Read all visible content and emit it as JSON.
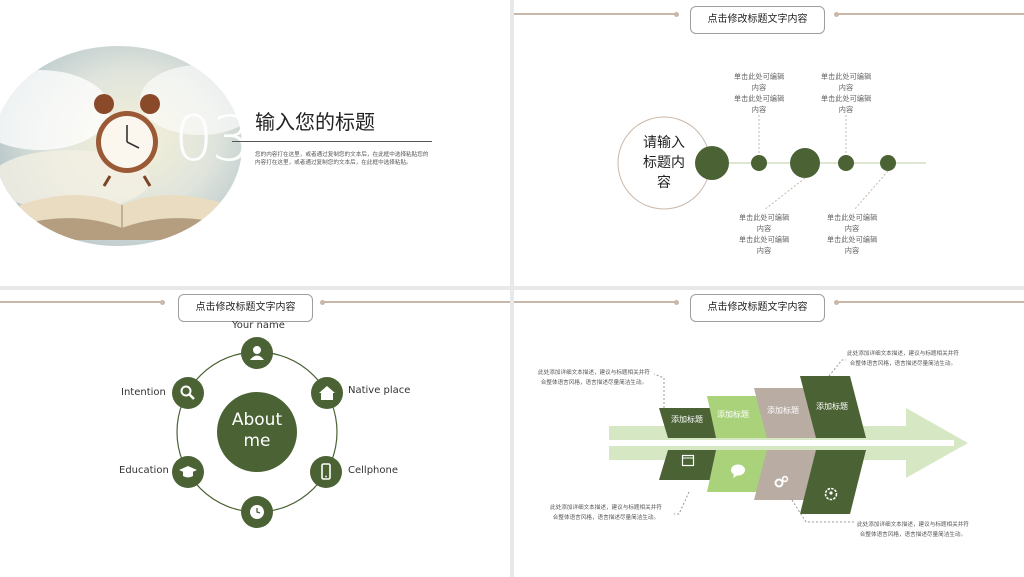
{
  "slide1": {
    "number": "03",
    "title": "输入您的标题",
    "body_lines": [
      "您的内容打在这里，或者通过复制您的文本后，在此框中选择粘贴您的",
      "内容打在这里，或者通过复制您的文本后，在此框中选择粘贴。"
    ]
  },
  "slide2": {
    "header": "点击修改标题文字内容",
    "center_text": [
      "请输入",
      "标题内",
      "容"
    ],
    "top_left_text": [
      "单击此处可编辑",
      "内容",
      "单击此处可编辑",
      "内容"
    ],
    "top_right_text": [
      "单击此处可编辑",
      "内容",
      "单击此处可编辑",
      "内容"
    ],
    "bottom_left_text": [
      "单击此处可编辑",
      "内容",
      "单击此处可编辑",
      "内容"
    ],
    "bottom_right_text": [
      "单击此处可编辑",
      "内容",
      "单击此处可编辑",
      "内容"
    ]
  },
  "slide3": {
    "header": "点击修改标题文字内容",
    "center_lines": [
      "About",
      "me"
    ],
    "items": {
      "name": "Your name",
      "native": "Native place",
      "cellphone": "Cellphone",
      "education": "Education",
      "intention": "Intention"
    },
    "icons": [
      "user-icon",
      "house-icon",
      "phone-icon",
      "clock-icon",
      "graduation-cap-icon",
      "search-icon"
    ]
  },
  "slide4": {
    "header": "点击修改标题文字内容",
    "tags": [
      "添加标题",
      "添加标题",
      "添加标题",
      "添加标题"
    ],
    "desc_top_left": [
      "此处添加详细文本描述，建议与标题相关并符",
      "合整体语言风格，语言描述尽量简洁生动。"
    ],
    "desc_top_right": [
      "此处添加详细文本描述，建议与标题相关并符",
      "合整体语言风格，语言描述尽量简洁生动。"
    ],
    "desc_bottom_left": [
      "此处添加详细文本描述，建议与标题相关并符",
      "合整体语言风格，语言描述尽量简洁生动。"
    ],
    "desc_bottom_right": [
      "此处添加详细文本描述，建议与标题相关并符",
      "合整体语言风格，语言描述尽量简洁生动。"
    ],
    "icons": [
      "calendar-icon",
      "chat-icon",
      "gears-icon",
      "gear-person-icon"
    ]
  },
  "colors": {
    "dark_green": "#4a6234",
    "light_green": "#a9d27a",
    "taupe": "#b8aca3",
    "pale_green": "#d6e8c3",
    "line_beige": "#c9b8aa"
  }
}
